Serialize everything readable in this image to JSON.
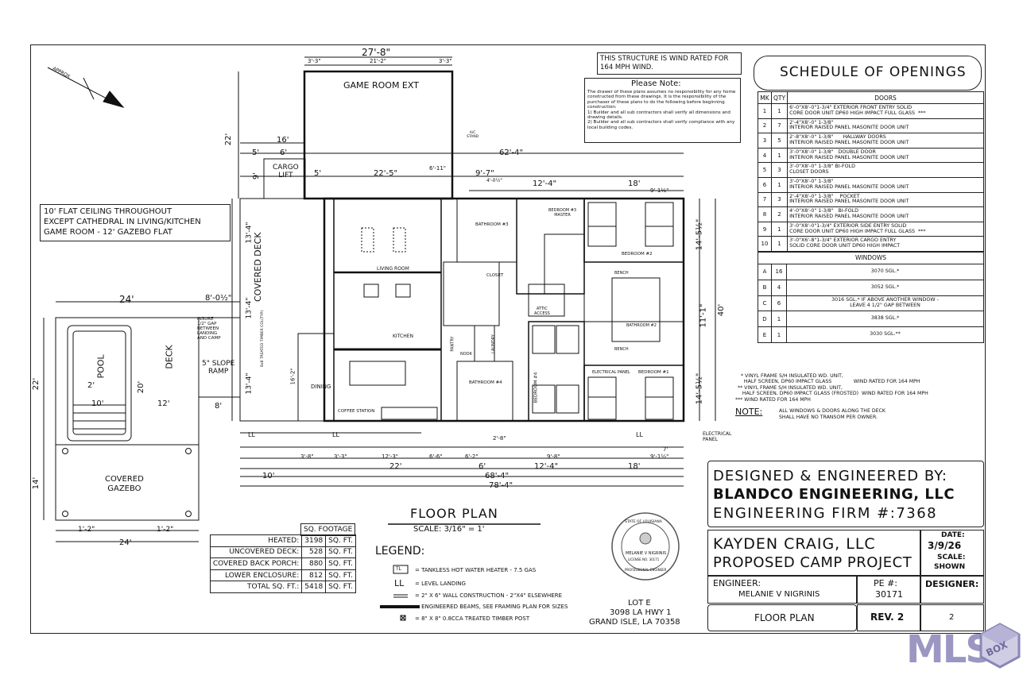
{
  "north": {
    "label": "APPROX"
  },
  "top_dims": {
    "overall": "27'-8\"",
    "inner": "21'-2\"",
    "side_l": "3'-3\"",
    "side_r": "3'-3\"",
    "game_h": "22'",
    "d16": "16'",
    "d5": "5'",
    "d6": "6'",
    "d624": "62'-4\"",
    "d225": "22'-5\"",
    "d611": "6'-11\"",
    "d97": "9'-7\"",
    "d124": "12'-4\"",
    "d18": "18'",
    "d912": "9'-1½\"",
    "d9": "9'",
    "d5b": "5'",
    "d44": "4'-0½\""
  },
  "rooms": {
    "game_room": "GAME ROOM EXT",
    "cargo_lift": "CARGO\nLIFT",
    "covered_deck": "COVERED DECK",
    "living_room": "LIVING ROOM",
    "kitchen": "KITCHEN",
    "dining": "DINING",
    "coffee_station": "COFFEE STATION",
    "bathroom3": "BATHROOM #3",
    "bathroom4": "BATHROOM #4",
    "bathroom2": "BATHROOM #2",
    "bedroom3": "BEDROOM #3\nMASTER",
    "bedroom2": "BEDROOM #2",
    "bedroom1": "BEDROOM #1",
    "bedroom4": "BEDROOM #4",
    "closet": "CLOSET",
    "attic": "ATTIC\nACCESS",
    "pantry": "PANTRY",
    "nook": "NOOK",
    "laundry": "LAUNDRY",
    "electrical_panel": "ELECTRICAL PANEL",
    "electrical_panel_ext": "ELECTRICAL\nPANEL",
    "bench": "BENCH",
    "ac_stand": "A/C\nSTAND",
    "pool": "POOL",
    "deck": "DECK",
    "covered_gazebo": "COVERED\nGAZEBO",
    "slope_ramp": "5\" SLOPE\nRAMP",
    "insure_gap": "INSURE\n1/2\" GAP\nBETWEEN\nLANDING\nAND CAMP",
    "timber_post": "8x8 TREATED TIMBER COL(TYP)",
    "ll": "LL"
  },
  "left_dims": {
    "d24": "24'",
    "d802": "8'-0½\"",
    "d22": "22'",
    "d20": "20'",
    "d2": "2'",
    "d10": "10'",
    "d12": "12'",
    "d8": "8'",
    "d14": "14'",
    "d12b": "1'-2\"",
    "d12c": "1'-2\"",
    "d24b": "24'",
    "d1342": "13'-4\"",
    "d1343": "13'-4\"",
    "d1344": "13'-4\"",
    "d162": "16'-2\""
  },
  "bottom_dims": {
    "d10": "10'",
    "d22": "22'",
    "d6": "6'",
    "d124": "12'-4\"",
    "d18": "18'",
    "d684": "68'-4\"",
    "d784": "78'-4\"",
    "d38": "3'-8\"",
    "d33": "3'-3\"",
    "d123": "12'-3\"",
    "d66": "6'-6\"",
    "d62": "6'-2\"",
    "d28": "2'-8\"",
    "d98": "9'-8\"",
    "d9112": "9'-1½\"",
    "d7": "7'"
  },
  "right_dims": {
    "d1452": "14'-5½\"",
    "d40": "40'",
    "d111": "11'-1\"",
    "d1452b": "14'-5½\""
  },
  "wind_note": "THIS STRUCTURE IS WIND RATED FOR\n164 MPH WIND.",
  "please_note": {
    "title": "Please Note:",
    "body": "The drawer of these plans assumes no responsibility for any home constructed from these drawings. It is the responsibility of the purchaser of these plans to do the following before beginning construction:\n1) Builder and all sub contractors shall verify all dimensions and drawing details.\n2) Builder and all sub contractors shall verify compliance with any local building codes."
  },
  "ceiling_note": "10' FLAT CEILING THROUGHOUT\nEXCEPT CATHEDRAL IN LIVING/KITCHEN\nGAME ROOM - 12' GAZEBO FLAT",
  "schedule": {
    "title": "SCHEDULE OF OPENINGS",
    "col_mk": "MK",
    "col_qty": "QTY",
    "doors_title": "DOORS",
    "doors": [
      {
        "mk": "1",
        "qty": "1",
        "desc": "6'-0\"X8'-0\"1-3/4\" EXTERIOR FRONT ENTRY SOLID\nCORE DOOR UNIT DP60 HIGH IMPACT FULL GLASS  ***"
      },
      {
        "mk": "2",
        "qty": "7",
        "desc": "2'-4\"X8'-0\" 1-3/8\"\nINTERIOR RAISED PANEL MASONITE DOOR UNIT"
      },
      {
        "mk": "3",
        "qty": "5",
        "desc": "2'-8\"X8'-0\" 1-3/8\"      HALLWAY DOORS\nINTERIOR RAISED PANEL MASONITE DOOR UNIT"
      },
      {
        "mk": "4",
        "qty": "1",
        "desc": "3'-0\"X8'-0\" 1-3/8\"   DOUBLE DOOR\nINTERIOR RAISED PANEL MASONITE DOOR UNIT"
      },
      {
        "mk": "5",
        "qty": "3",
        "desc": "3'-0\"X8'-0\" 1-3/8\" BI-FOLD\nCLOSET DOORS"
      },
      {
        "mk": "6",
        "qty": "1",
        "desc": "3'-0\"X8'-0\" 1-3/8\"\nINTERIOR RAISED PANEL MASONITE DOOR UNIT"
      },
      {
        "mk": "7",
        "qty": "3",
        "desc": "2'-4\"X8'-0\" 1-3/8\"    POCKET\nINTERIOR RAISED PANEL MASONITE DOOR UNIT"
      },
      {
        "mk": "8",
        "qty": "2",
        "desc": "4'-0\"X8'-0\" 1-3/8\"   BI-FOLD\nINTERIOR RAISED PANEL MASONITE DOOR UNIT"
      },
      {
        "mk": "9",
        "qty": "1",
        "desc": "3'-0\"X8'-0\"1-3/4\" EXTERIOR SIDE ENTRY SOLID\nCORE DOOR UNIT DP60 HIGH IMPACT FULL GLASS  ***"
      },
      {
        "mk": "10",
        "qty": "1",
        "desc": "3'-0\"X6'-8\"1-3/4\" EXTERIOR CARGO ENTRY\nSOLID CORE DOOR UNIT DP60 HIGH IMPACT"
      }
    ],
    "windows_title": "WINDOWS",
    "windows": [
      {
        "mk": "A",
        "qty": "16",
        "desc": "3070 SGL.*"
      },
      {
        "mk": "B",
        "qty": "4",
        "desc": "3052 SGL.*"
      },
      {
        "mk": "C",
        "qty": "6",
        "desc": "3016 SGL.* IF ABOVE ANOTHER WINDOW -\nLEAVE 4 1/2\" GAP BETWEEN"
      },
      {
        "mk": "D",
        "qty": "1",
        "desc": "3838 SGL.*"
      },
      {
        "mk": "E",
        "qty": "1",
        "desc": "3030 SGL.**"
      }
    ],
    "footnote1": "* VINYL FRAME S/H INSULATED WD. UNIT,\n  HALF SCREEN, DP60 IMPACT GLASS              WIND RATED FOR 164 MPH",
    "footnote2": "** VINYL FRAME S/H INSULATED WD. UNIT,\n   HALF SCREEN, DP60 IMPACT GLASS (FROSTED)  WIND RATED FOR 164 MPH",
    "footnote3": "*** WIND RATED FOR 164 MPH",
    "note_label": "NOTE:",
    "note_text": "ALL WINDOWS & DOORS ALONG THE DECK\nSHALL HAVE NO TRANSOM PER OWNER."
  },
  "floor_plan": {
    "title": "FLOOR PLAN",
    "scale": "SCALE: 3/16\" = 1'"
  },
  "legend": {
    "title": "LEGEND:",
    "items": [
      {
        "symbol": "TL",
        "text": "= TANKLESS HOT WATER HEATER - 7.5 GAS"
      },
      {
        "symbol": "LL",
        "text": "= LEVEL LANDING"
      },
      {
        "symbol": "wall",
        "text": "= 2\" X 6\" WALL CONSTRUCTION - 2\"X4\" ELSEWHERE"
      },
      {
        "symbol": "beam",
        "text": "= ENGINEERED BEAMS, SEE FRAMING PLAN FOR SIZES"
      },
      {
        "symbol": "post",
        "text": "= 8\" X 8\" 0.8CCA TREATED TIMBER POST"
      }
    ]
  },
  "sqft": {
    "title": "SQ. FOOTAGE",
    "rows": [
      {
        "label": "HEATED:",
        "value": "3198",
        "unit": "SQ. FT."
      },
      {
        "label": "UNCOVERED DECK:",
        "value": "528",
        "unit": "SQ. FT."
      },
      {
        "label": "COVERED BACK PORCH:",
        "value": "880",
        "unit": "SQ. FT."
      },
      {
        "label": "LOWER ENCLOSURE:",
        "value": "812",
        "unit": "SQ. FT."
      },
      {
        "label": "TOTAL SQ. FT.:",
        "value": "5418",
        "unit": "SQ. FT."
      }
    ]
  },
  "lot": {
    "line1": "LOT E",
    "line2": "3098 LA HWY 1",
    "line3": "GRAND ISLE, LA 70358"
  },
  "seal": {
    "state": "STATE OF LOUISIANA",
    "name": "MELANIE V NIGRINIS",
    "license": "LICENSE NO. 30171",
    "sub": "PROFESSIONAL ENGINEER"
  },
  "title_block": {
    "designed_by": "DESIGNED & ENGINEERED BY:",
    "company": "BLANDCO ENGINEERING, LLC",
    "firm": "ENGINEERING FIRM #:7368",
    "client": "KAYDEN CRAIG, LLC",
    "project": "PROPOSED CAMP PROJECT",
    "date_label": "DATE:",
    "date": "3/9/26",
    "scale_label": "SCALE:",
    "scale": "SHOWN",
    "engineer_label": "ENGINEER:",
    "engineer": "MELANIE V NIGRINIS",
    "pe_label": "PE #:",
    "pe": "30171",
    "designer_label": "DESIGNER:",
    "sheet_name": "FLOOR PLAN",
    "rev": "REV. 2",
    "sheet_no": "2"
  },
  "watermark": {
    "text": "MLS",
    "badge": "BOX",
    "accent": "#8a86b8"
  }
}
